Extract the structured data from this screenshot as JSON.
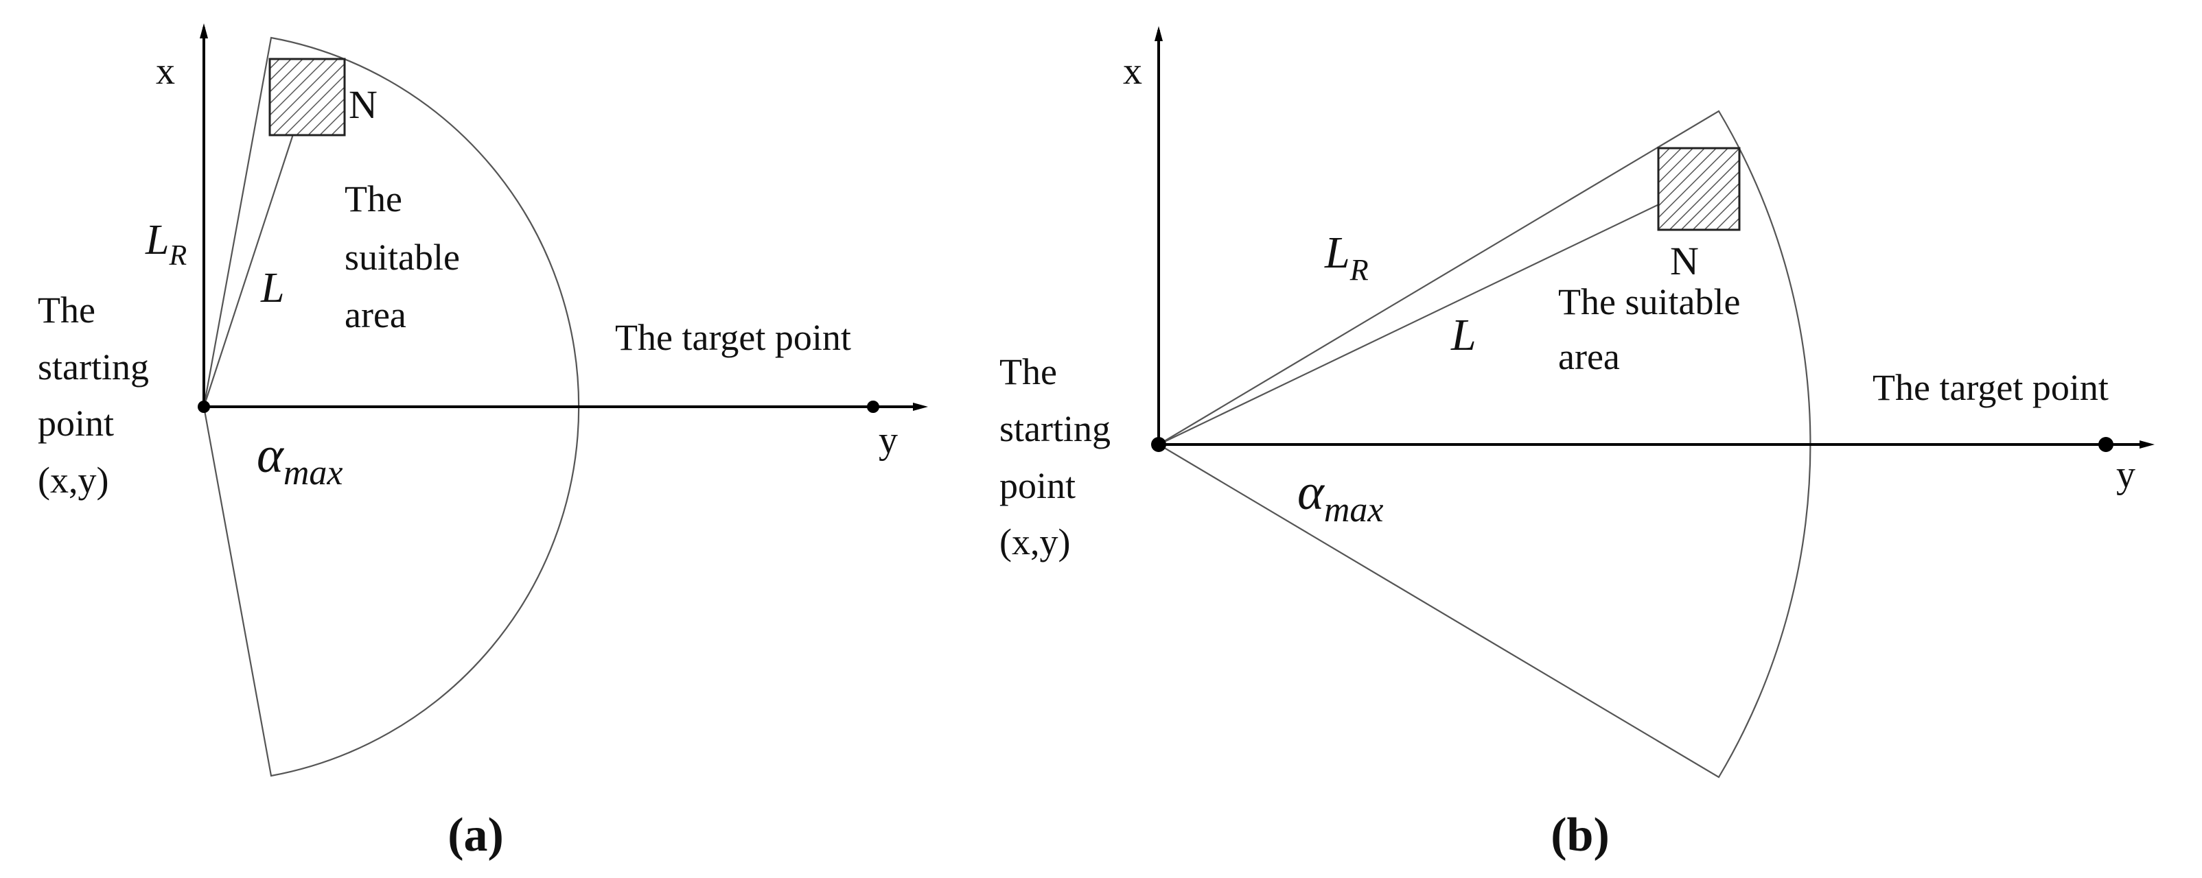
{
  "panels": [
    {
      "caption": "(a)",
      "x_axis": "x",
      "y_axis": "y",
      "start_label": [
        "The",
        "starting",
        "point",
        "(x,y)"
      ],
      "target_label": "The target point",
      "area_label": [
        "The",
        "suitable",
        "area"
      ],
      "node_label": "N",
      "lr_main": "L",
      "lr_sub": "R",
      "l_label": "L",
      "alpha_main": "α",
      "alpha_sub": "max"
    },
    {
      "caption": "(b)",
      "x_axis": "x",
      "y_axis": "y",
      "start_label": [
        "The",
        "starting",
        "point",
        "(x,y)"
      ],
      "target_label": "The target point",
      "area_label": [
        "The suitable",
        "area"
      ],
      "node_label": "N",
      "lr_main": "L",
      "lr_sub": "R",
      "l_label": "L",
      "alpha_main": "α",
      "alpha_sub": "max"
    }
  ]
}
